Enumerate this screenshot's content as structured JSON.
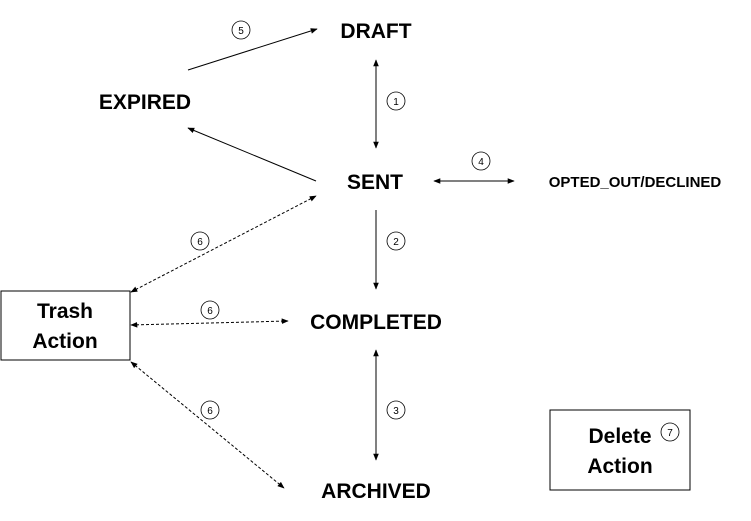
{
  "states": {
    "draft": "DRAFT",
    "expired": "EXPIRED",
    "sent": "SENT",
    "opted_out": "OPTED_OUT/DECLINED",
    "completed": "COMPLETED",
    "archived": "ARCHIVED"
  },
  "actions": {
    "trash_line1": "Trash",
    "trash_line2": "Action",
    "delete_line1": "Delete",
    "delete_line2": "Action"
  },
  "labels": {
    "n1": "1",
    "n2": "2",
    "n3": "3",
    "n4": "4",
    "n5": "5",
    "n6a": "6",
    "n6b": "6",
    "n6c": "6",
    "n7": "7"
  },
  "colors": {
    "stroke": "#000000",
    "background": "#ffffff"
  }
}
